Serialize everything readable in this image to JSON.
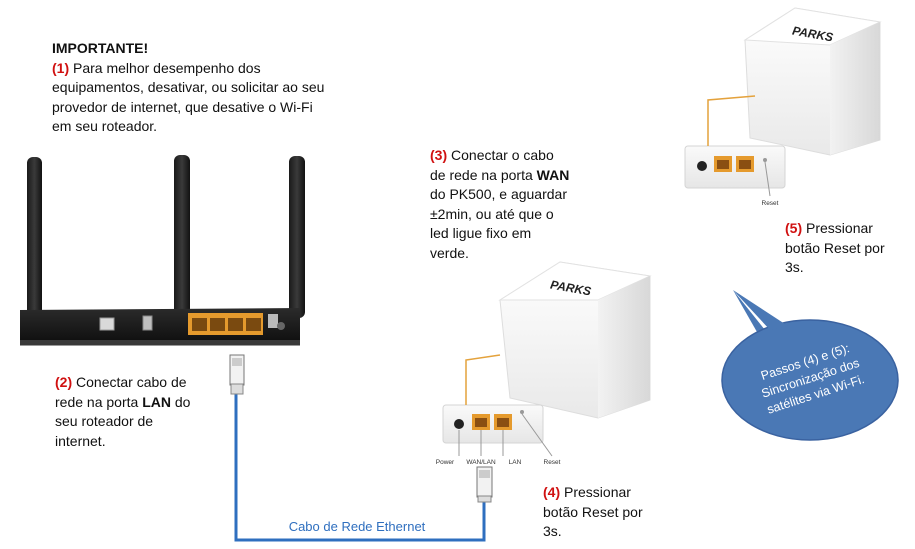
{
  "important": {
    "title": "IMPORTANTE!",
    "step1_num": "(1)",
    "step1_text": "Para melhor desempenho dos equipamentos, desativar, ou solicitar ao seu provedor de internet, que desative o Wi-Fi em seu roteador."
  },
  "step2": {
    "num": "(2)",
    "pre": "Conectar cabo de rede na porta",
    "bold": "LAN",
    "post": "do seu roteador de internet."
  },
  "step3": {
    "num": "(3)",
    "pre": "Conectar o cabo de rede na porta",
    "bold": "WAN",
    "post": "do PK500, e aguardar ±2min, ou até que o led ligue fixo em verde."
  },
  "step4": {
    "num": "(4)",
    "text": "Pressionar botão Reset por 3s."
  },
  "step5": {
    "num": "(5)",
    "text": "Pressionar botão Reset por 3s."
  },
  "cable_label": "Cabo de Rede Ethernet",
  "callout": {
    "line1": "Passos (4) e (5):",
    "line2": "Sincronização dos",
    "line3": "satélites via Wi-Fi."
  },
  "device_brand": "PARKS",
  "port_labels": {
    "power": "Power",
    "wanlan": "WAN/LAN",
    "lan": "LAN",
    "reset": "Reset"
  },
  "colors": {
    "step_number": "#d01010",
    "cable": "#2f6fbf",
    "callout_fill": "#4a78b5",
    "port": "#e59a2d",
    "lead_line": "#e4a23c"
  }
}
